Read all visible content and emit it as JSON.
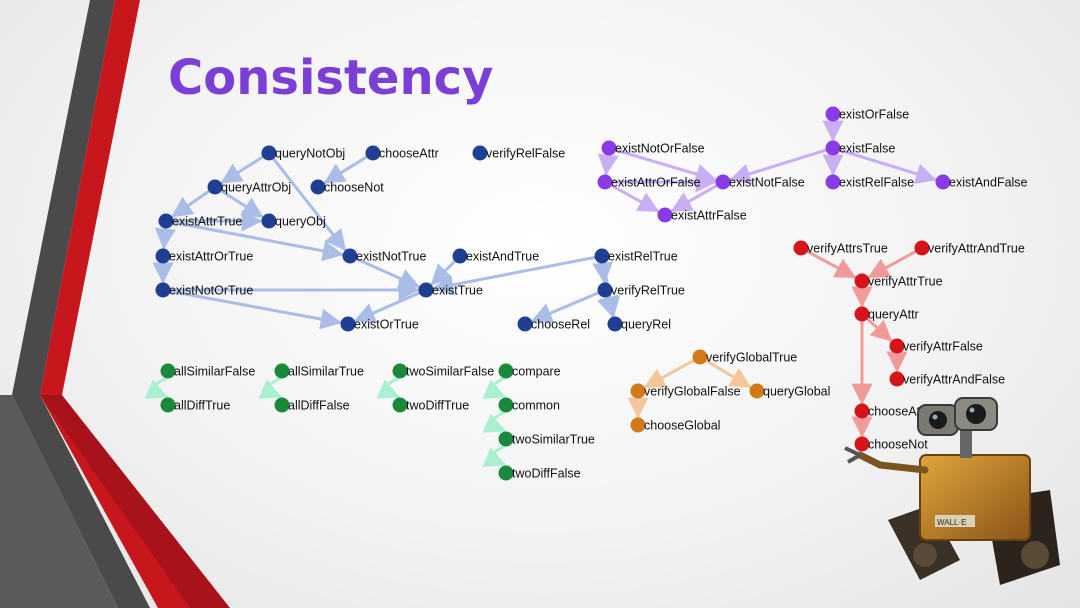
{
  "slide": {
    "title": "Consistency",
    "title_color": "#7b3fd6"
  },
  "palette": {
    "blue_node": "#1f3f94",
    "blue_edge": "#a9bde6",
    "purple_node": "#8a3be8",
    "purple_edge": "#c8aef3",
    "red_node": "#d5141c",
    "red_edge": "#f09a9a",
    "green_node": "#1a8a3a",
    "green_edge": "#a9efd0",
    "orange_node": "#d27a1a",
    "orange_edge": "#f3c79a",
    "stripe_red": "#c8161d",
    "stripe_gray": "#4a4a4a"
  },
  "graph": {
    "nodes": [
      {
        "id": "queryNotObj",
        "label": "queryNotObj",
        "group": "blue"
      },
      {
        "id": "chooseAttr",
        "label": "chooseAttr",
        "group": "blue"
      },
      {
        "id": "verifyRelFalse",
        "label": "verifyRelFalse",
        "group": "blue"
      },
      {
        "id": "queryAttrObj",
        "label": "queryAttrObj",
        "group": "blue"
      },
      {
        "id": "chooseNot",
        "label": "chooseNot",
        "group": "blue"
      },
      {
        "id": "existAttrTrue",
        "label": "existAttrTrue",
        "group": "blue"
      },
      {
        "id": "queryObj",
        "label": "queryObj",
        "group": "blue"
      },
      {
        "id": "existAttrOrTrue",
        "label": "existAttrOrTrue",
        "group": "blue"
      },
      {
        "id": "existNotTrue",
        "label": "existNotTrue",
        "group": "blue"
      },
      {
        "id": "existAndTrue",
        "label": "existAndTrue",
        "group": "blue"
      },
      {
        "id": "existRelTrue",
        "label": "existRelTrue",
        "group": "blue"
      },
      {
        "id": "existNotOrTrue",
        "label": "existNotOrTrue",
        "group": "blue"
      },
      {
        "id": "existTrue",
        "label": "existTrue",
        "group": "blue"
      },
      {
        "id": "verifyRelTrue",
        "label": "verifyRelTrue",
        "group": "blue"
      },
      {
        "id": "existOrTrue",
        "label": "existOrTrue",
        "group": "blue"
      },
      {
        "id": "chooseRel",
        "label": "chooseRel",
        "group": "blue"
      },
      {
        "id": "queryRel",
        "label": "queryRel",
        "group": "blue"
      },
      {
        "id": "existOrFalse",
        "label": "existOrFalse",
        "group": "purple"
      },
      {
        "id": "existNotOrFalse",
        "label": "existNotOrFalse",
        "group": "purple"
      },
      {
        "id": "existFalse",
        "label": "existFalse",
        "group": "purple"
      },
      {
        "id": "existAttrOrFalse",
        "label": "existAttrOrFalse",
        "group": "purple"
      },
      {
        "id": "existNotFalse",
        "label": "existNotFalse",
        "group": "purple"
      },
      {
        "id": "existRelFalse",
        "label": "existRelFalse",
        "group": "purple"
      },
      {
        "id": "existAndFalse",
        "label": "existAndFalse",
        "group": "purple"
      },
      {
        "id": "existAttrFalse",
        "label": "existAttrFalse",
        "group": "purple"
      },
      {
        "id": "verifyAttrsTrue",
        "label": "verifyAttrsTrue",
        "group": "red"
      },
      {
        "id": "verifyAttrAndTrue",
        "label": "verifyAttrAndTrue",
        "group": "red"
      },
      {
        "id": "verifyAttrTrue",
        "label": "verifyAttrTrue",
        "group": "red"
      },
      {
        "id": "queryAttr",
        "label": "queryAttr",
        "group": "red"
      },
      {
        "id": "verifyAttrFalse",
        "label": "verifyAttrFalse",
        "group": "red"
      },
      {
        "id": "verifyAttrAndFalse",
        "label": "verifyAttrAndFalse",
        "group": "red"
      },
      {
        "id": "chooseAttrRed",
        "label": "chooseAttr",
        "group": "red"
      },
      {
        "id": "chooseNotRed",
        "label": "chooseNot",
        "group": "red"
      },
      {
        "id": "allSimilarFalse",
        "label": "allSimilarFalse",
        "group": "green"
      },
      {
        "id": "allDiffTrue",
        "label": "allDiffTrue",
        "group": "green"
      },
      {
        "id": "allSimilarTrue",
        "label": "allSimilarTrue",
        "group": "green"
      },
      {
        "id": "allDiffFalse",
        "label": "allDiffFalse",
        "group": "green"
      },
      {
        "id": "twoSimilarFalse",
        "label": "twoSimilarFalse",
        "group": "green"
      },
      {
        "id": "twoDiffTrue",
        "label": "twoDiffTrue",
        "group": "green"
      },
      {
        "id": "compare",
        "label": "compare",
        "group": "green"
      },
      {
        "id": "common",
        "label": "common",
        "group": "green"
      },
      {
        "id": "twoSimilarTrue",
        "label": "twoSimilarTrue",
        "group": "green"
      },
      {
        "id": "twoDiffFalse",
        "label": "twoDiffFalse",
        "group": "green"
      },
      {
        "id": "verifyGlobalTrue",
        "label": "verifyGlobalTrue",
        "group": "orange"
      },
      {
        "id": "verifyGlobalFalse",
        "label": "verifyGlobalFalse",
        "group": "orange"
      },
      {
        "id": "queryGlobal",
        "label": "queryGlobal",
        "group": "orange"
      },
      {
        "id": "chooseGlobal",
        "label": "chooseGlobal",
        "group": "orange"
      }
    ],
    "edges": [
      {
        "from": "queryNotObj",
        "to": "queryAttrObj"
      },
      {
        "from": "chooseAttr",
        "to": "chooseNot"
      },
      {
        "from": "queryNotObj",
        "to": "existNotTrue"
      },
      {
        "from": "queryAttrObj",
        "to": "existAttrTrue"
      },
      {
        "from": "queryAttrObj",
        "to": "queryObj"
      },
      {
        "from": "existAttrTrue",
        "to": "queryObj"
      },
      {
        "from": "existAttrTrue",
        "to": "existAttrOrTrue"
      },
      {
        "from": "existAttrTrue",
        "to": "existNotTrue"
      },
      {
        "from": "existAttrOrTrue",
        "to": "existNotOrTrue"
      },
      {
        "from": "existNotOrTrue",
        "to": "existTrue"
      },
      {
        "from": "existNotOrTrue",
        "to": "existOrTrue"
      },
      {
        "from": "existNotTrue",
        "to": "existTrue"
      },
      {
        "from": "existAndTrue",
        "to": "existTrue"
      },
      {
        "from": "existRelTrue",
        "to": "existTrue"
      },
      {
        "from": "existTrue",
        "to": "existOrTrue"
      },
      {
        "from": "existRelTrue",
        "to": "verifyRelTrue"
      },
      {
        "from": "verifyRelTrue",
        "to": "chooseRel"
      },
      {
        "from": "verifyRelTrue",
        "to": "queryRel"
      },
      {
        "from": "existRelTrue",
        "to": "queryRel"
      },
      {
        "from": "existOrFalse",
        "to": "existFalse"
      },
      {
        "from": "existNotOrFalse",
        "to": "existAttrOrFalse"
      },
      {
        "from": "existNotOrFalse",
        "to": "existNotFalse"
      },
      {
        "from": "existFalse",
        "to": "existNotFalse"
      },
      {
        "from": "existFalse",
        "to": "existRelFalse"
      },
      {
        "from": "existFalse",
        "to": "existAndFalse"
      },
      {
        "from": "existAttrOrFalse",
        "to": "existNotFalse"
      },
      {
        "from": "existAttrOrFalse",
        "to": "existAttrFalse"
      },
      {
        "from": "existNotFalse",
        "to": "existAttrFalse"
      },
      {
        "from": "verifyAttrsTrue",
        "to": "verifyAttrTrue"
      },
      {
        "from": "verifyAttrAndTrue",
        "to": "verifyAttrTrue"
      },
      {
        "from": "verifyAttrTrue",
        "to": "queryAttr"
      },
      {
        "from": "queryAttr",
        "to": "verifyAttrFalse"
      },
      {
        "from": "verifyAttrFalse",
        "to": "verifyAttrAndFalse"
      },
      {
        "from": "queryAttr",
        "to": "chooseAttrRed"
      },
      {
        "from": "chooseAttrRed",
        "to": "chooseNotRed"
      },
      {
        "from": "allSimilarFalse",
        "to": "allDiffTrue"
      },
      {
        "from": "allSimilarTrue",
        "to": "allDiffFalse"
      },
      {
        "from": "twoSimilarFalse",
        "to": "twoDiffTrue"
      },
      {
        "from": "compare",
        "to": "common"
      },
      {
        "from": "common",
        "to": "twoSimilarTrue"
      },
      {
        "from": "twoSimilarTrue",
        "to": "twoDiffFalse"
      },
      {
        "from": "verifyGlobalTrue",
        "to": "verifyGlobalFalse"
      },
      {
        "from": "verifyGlobalTrue",
        "to": "queryGlobal"
      },
      {
        "from": "verifyGlobalFalse",
        "to": "chooseGlobal"
      }
    ]
  },
  "illustration": {
    "icon": "robot-illustration",
    "badge_text": "WALL·E"
  }
}
